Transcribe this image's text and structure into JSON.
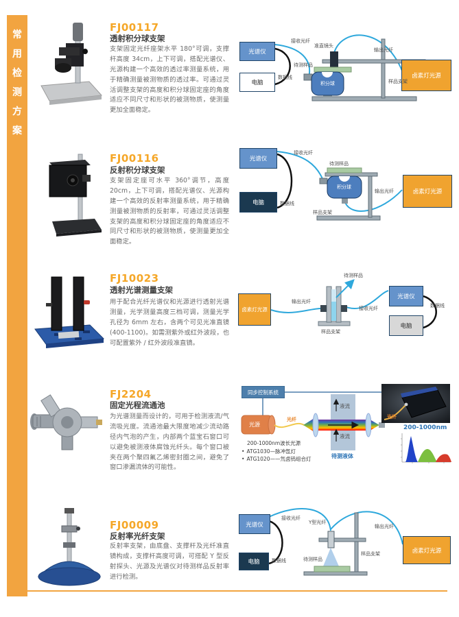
{
  "sidebar": {
    "title": "常用检测方案",
    "chars": [
      "常",
      "用",
      "检",
      "测",
      "方",
      "案"
    ],
    "color": "#F2A440"
  },
  "accent_color": "#F5A728",
  "products": [
    {
      "code": "FJ00117",
      "name": "透射积分球支架",
      "description": "支架固定光纤座架水平 180°可调，支撑杆高度 34cm，上下可调，搭配光谱仪、光源构建一个高效的透过率测量系统，用于精确测量被测物质的透过率。可通过灵活调整支架的高度和积分球固定座的角度适应不同尺寸和形状的被测物质，使测量更加全面稳定。",
      "diagram": {
        "spectrometer": "光谱仪",
        "computer": "电脑",
        "receive_fiber": "接收光纤",
        "data_cable": "数据线",
        "collimator": "准直镜头",
        "sample": "待测样品",
        "sphere": "积分球",
        "output_fiber": "输出光纤",
        "stand": "样品支架",
        "light_source": "卤素灯光源"
      }
    },
    {
      "code": "FJ00116",
      "name": "反射积分球支架",
      "description": "支架固定座可水平 360°调节，高度 20cm，上下可调，搭配光谱仪、光源构建一个高效的反射率测量系统，用于精确测量被测物质的反射率，可通过灵活调整支架的高度和积分球固定座的角度适应不同尺寸和形状的被测物质，使测量更加全面稳定。",
      "diagram": {
        "spectrometer": "光谱仪",
        "computer": "电脑",
        "receive_fiber": "接收光纤",
        "data_cable": "数据线",
        "sample": "待测样品",
        "sphere": "积分球",
        "output_fiber": "输出光纤",
        "stand": "样品支架",
        "light_source": "卤素灯光源"
      }
    },
    {
      "code": "FJ10023",
      "name": "透射光谱测量支架",
      "description": "用于配合光纤光谱仪和光源进行透射光谱测量，光学测量高度三档可调，测量光学孔径为 6mm 左右，含两个可见光准直镜(400-1100)。如需测紫外或红外波段，也可配置紫外 / 红外波段准直镜。",
      "diagram": {
        "light_source": "卤素灯光源",
        "output_fiber": "输出光纤",
        "sample": "待测样品",
        "receive_fiber": "接收光纤",
        "stand": "样品支架",
        "spectrometer": "光谱仪",
        "computer": "电脑",
        "data_cable": "数据线"
      }
    },
    {
      "code": "FJ2204",
      "name": "固定光程流通池",
      "description": "为光谱测量而设计的，可用于检测液流/气流吸光度。流通池最大限度地减少流动路径内气泡的产生，内部两个蓝宝石窗口可以避免被测液体腐蚀光纤头。每个窗口被夹在两个聚四氟乙烯密封圈之间，避免了窗口渗漏流体的可能性。",
      "diagram": {
        "sync_system": "同步控制系统",
        "light_source": "光源",
        "fiber": "光纤",
        "flow_label": "液流",
        "liquid": "待测液体",
        "detector_fiber": "光纤",
        "range": "200-1000nm",
        "source_note": "200-1000nm波长光源",
        "bullet1": "ATG1030—脉冲氙灯",
        "bullet2": "ATG1020——氘卤钨组合灯"
      }
    },
    {
      "code": "FJ00009",
      "name": "反射率光纤支架",
      "description": "反射率支架，由底盘、支撑杆及光纤准直镜构成，支撑杆高度可调，可搭配 Y 型反射探头、光源及光谱仪对待测样品反射率进行检测。",
      "diagram": {
        "spectrometer": "光谱仪",
        "computer": "电脑",
        "receive_fiber": "接收光纤",
        "y_fiber": "Y型光纤",
        "data_cable": "数据线",
        "sample": "待测样品",
        "stand": "样品支架",
        "output_fiber": "输出光纤",
        "light_source": "卤素灯光源"
      }
    }
  ]
}
